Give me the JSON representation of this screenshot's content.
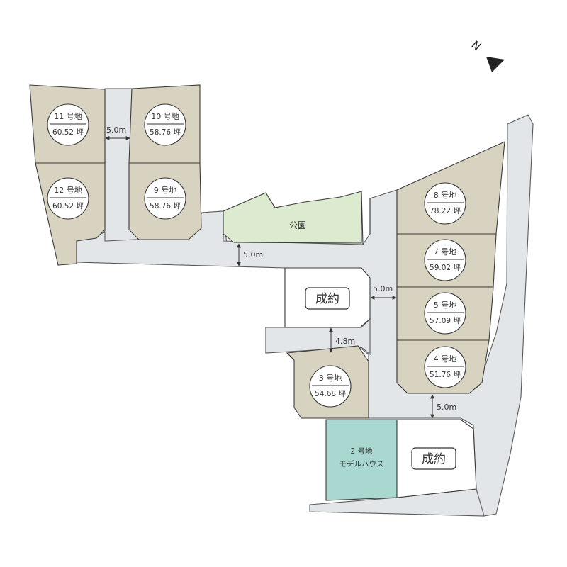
{
  "compass": {
    "label": "N",
    "icon": "north-arrow-icon"
  },
  "lots": {
    "lot11": {
      "number": "11 号地",
      "area": "60.52 坪"
    },
    "lot10": {
      "number": "10 号地",
      "area": "58.76 坪"
    },
    "lot12": {
      "number": "12 号地",
      "area": "60.52 坪"
    },
    "lot9": {
      "number": "9 号地",
      "area": "58.76 坪"
    },
    "lot8": {
      "number": "8 号地",
      "area": "78.22 坪"
    },
    "lot7": {
      "number": "7 号地",
      "area": "59.02 坪"
    },
    "lot5": {
      "number": "5 号地",
      "area": "57.09 坪"
    },
    "lot4": {
      "number": "4 号地",
      "area": "51.76 坪"
    },
    "lot3": {
      "number": "3 号地",
      "area": "54.68 坪"
    },
    "lot2": {
      "number": "2 号地",
      "note": "モデルハウス"
    }
  },
  "park": {
    "label": "公園"
  },
  "sold": {
    "label": "成約"
  },
  "road_widths": {
    "north_road": "5.0m",
    "main_road": "5.0m",
    "east_road": "5.0m",
    "lower_road": "4.8m",
    "south_road": "5.0m"
  },
  "colors": {
    "road": "#e3e6e8",
    "lot": "#d8d2c0",
    "park": "#dcebd0",
    "model_house": "#a9d8d0",
    "sold": "#ffffff"
  }
}
